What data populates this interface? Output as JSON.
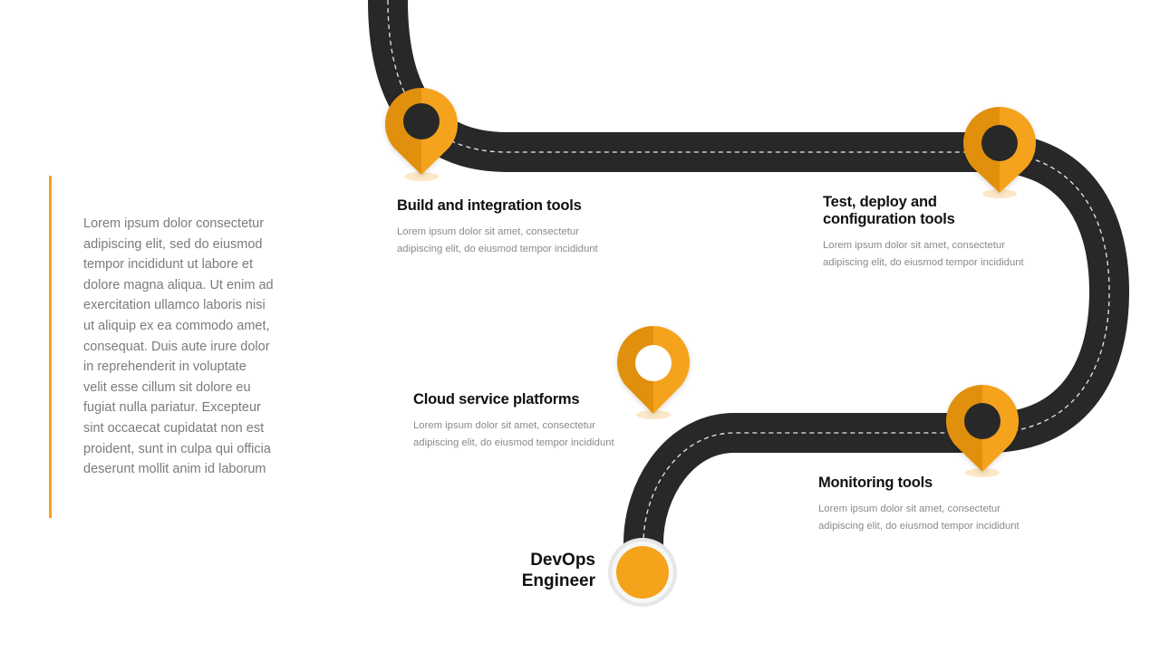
{
  "colors": {
    "accent": "#F5A31A",
    "accent_dark": "#E0900F",
    "road": "#282828",
    "road_marking": "#e8e8e8"
  },
  "intro_text": "Lorem ipsum dolor consectetur\nadipiscing elit, sed do eiusmod\ntempor incididunt ut labore et\ndolore magna aliqua. Ut enim ad\nexercitation ullamco laboris nisi\nut aliquip ex ea commodo amet,\nconsequat. Duis aute irure dolor\nin reprehenderit in voluptate\nvelit esse cillum sit  dolore eu\nfugiat nulla pariatur. Excepteur\nsint occaecat cupidatat non est\nproident, sunt in culpa qui officia\ndeserunt mollit anim id laborum",
  "start_label": "DevOps\nEngineer",
  "steps": [
    {
      "title": "Build and integration tools",
      "description": "Lorem ipsum dolor sit amet, consectetur\nadipiscing elit, do eiusmod tempor incididunt"
    },
    {
      "title": "Test, deploy and\nconfiguration tools",
      "description": "Lorem ipsum dolor sit amet, consectetur\nadipiscing elit, do eiusmod tempor incididunt"
    },
    {
      "title": "Cloud service platforms",
      "description": "Lorem ipsum dolor sit amet, consectetur\nadipiscing elit, do eiusmod tempor incididunt"
    },
    {
      "title": "Monitoring tools",
      "description": "Lorem ipsum dolor sit amet, consectetur\nadipiscing elit, do eiusmod tempor incididunt"
    }
  ],
  "icons": {
    "pin": "map-pin-icon",
    "start": "start-point-icon"
  }
}
